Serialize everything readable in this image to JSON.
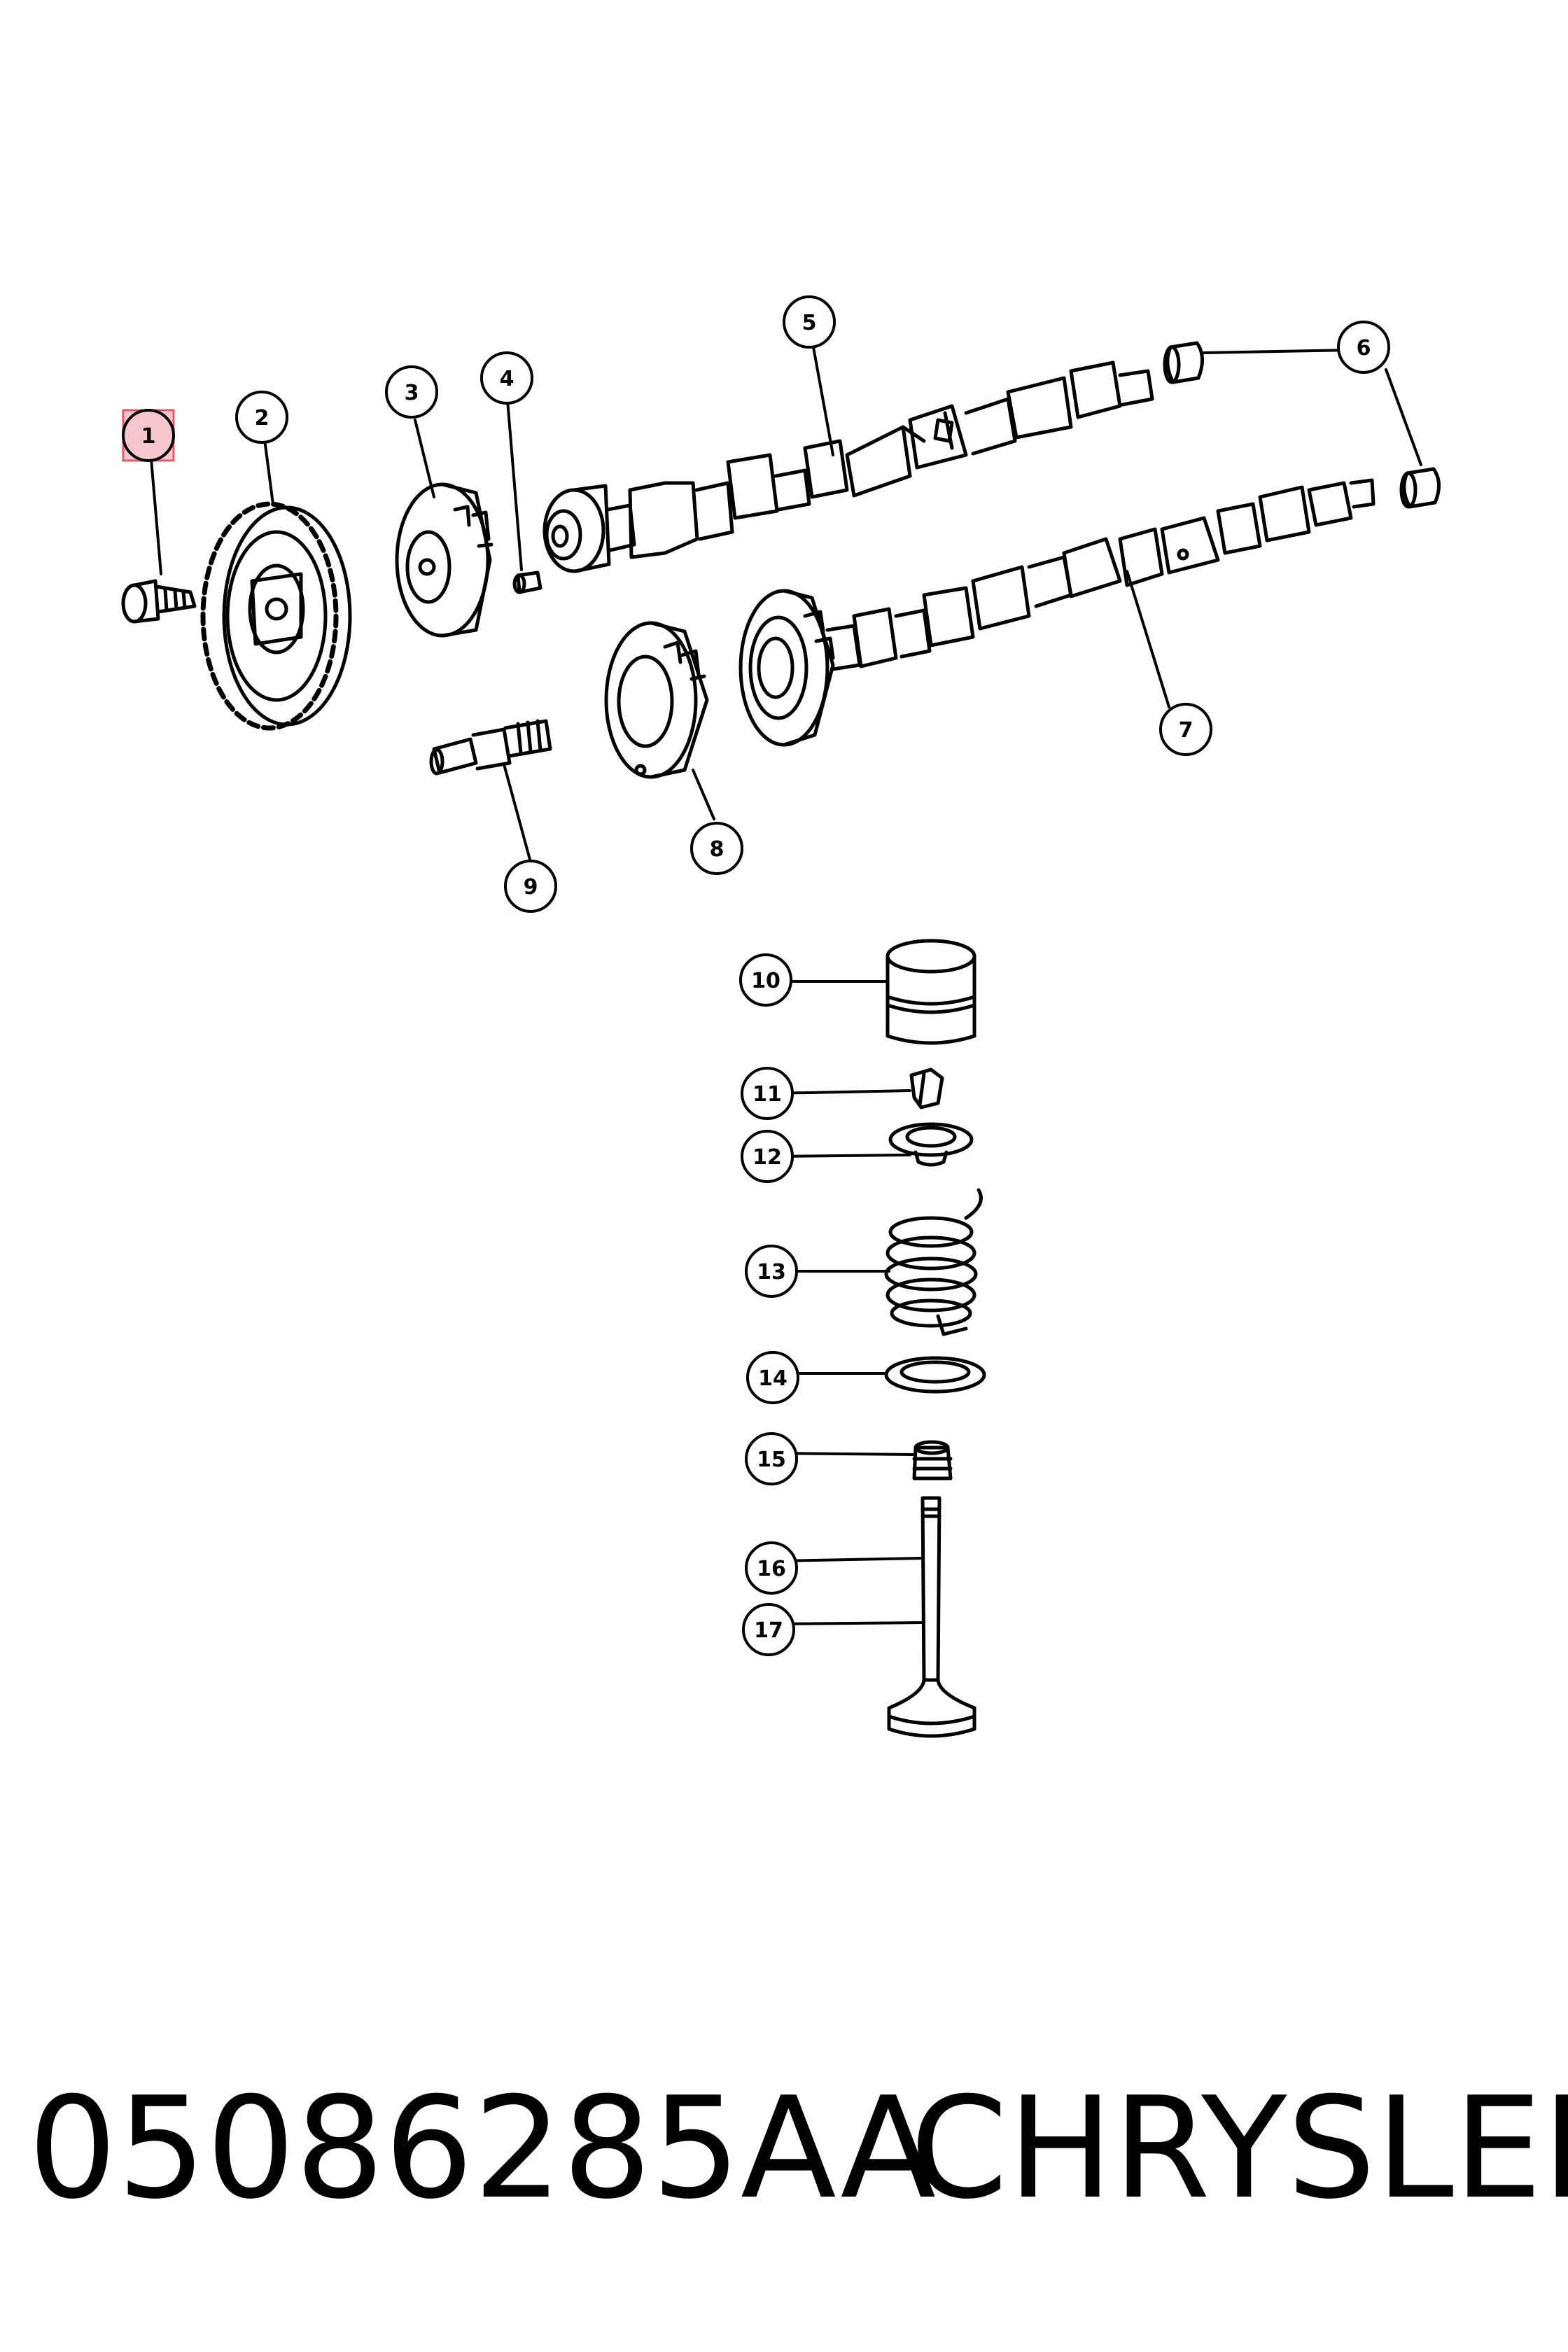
{
  "callouts": [
    {
      "id": "1",
      "label": "1",
      "highlighted": true
    },
    {
      "id": "2",
      "label": "2"
    },
    {
      "id": "3",
      "label": "3"
    },
    {
      "id": "4",
      "label": "4"
    },
    {
      "id": "5",
      "label": "5"
    },
    {
      "id": "6",
      "label": "6"
    },
    {
      "id": "7",
      "label": "7"
    },
    {
      "id": "8",
      "label": "8"
    },
    {
      "id": "9",
      "label": "9"
    },
    {
      "id": "10",
      "label": "10"
    },
    {
      "id": "11",
      "label": "11"
    },
    {
      "id": "12",
      "label": "12"
    },
    {
      "id": "13",
      "label": "13"
    },
    {
      "id": "14",
      "label": "14"
    },
    {
      "id": "15",
      "label": "15"
    },
    {
      "id": "16",
      "label": "16"
    },
    {
      "id": "17",
      "label": "17"
    }
  ],
  "footer": {
    "part_number": "05086285AA",
    "brand": "CHRYSLER"
  },
  "colors": {
    "line": "#000000",
    "highlight_fill": "#f7c6cc",
    "highlight_border": "#e05a6a"
  }
}
